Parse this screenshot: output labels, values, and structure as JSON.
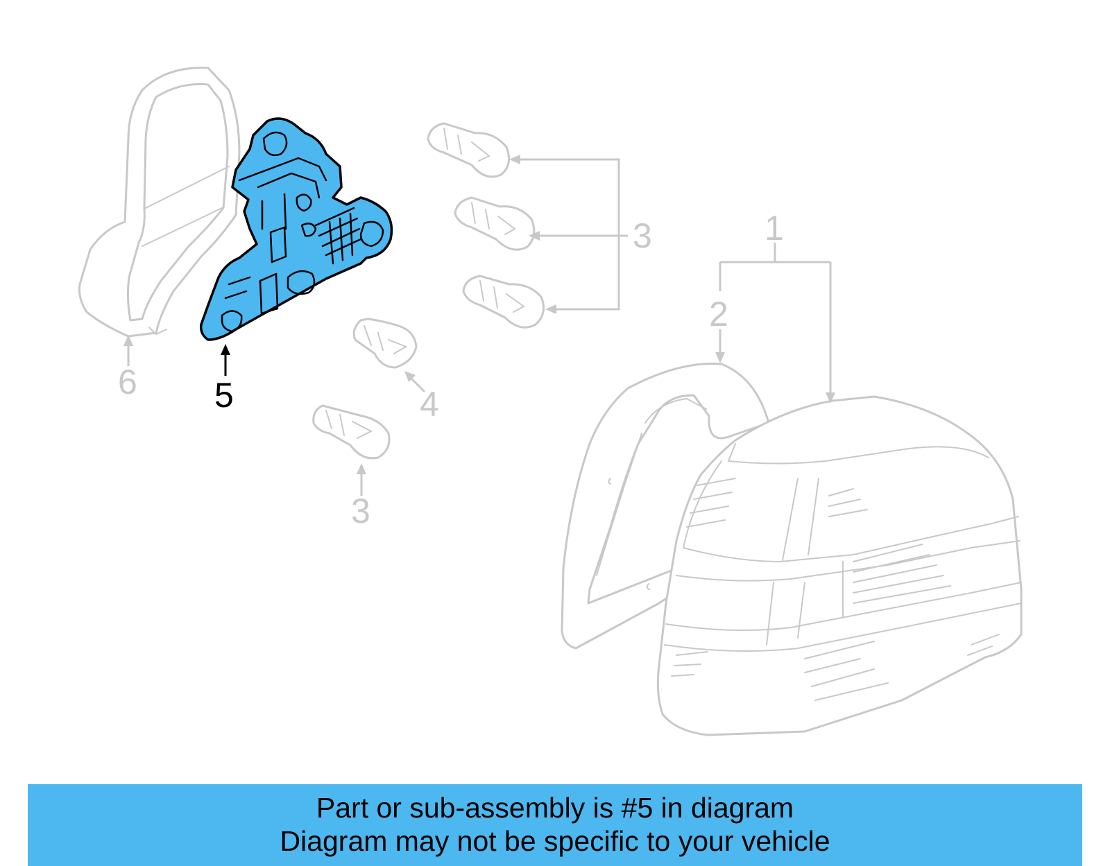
{
  "callouts": {
    "n1": "1",
    "n2": "2",
    "n3_right": "3",
    "n3_bottom": "3",
    "n4": "4",
    "n5": "5",
    "n6": "6"
  },
  "highlight_color": "#4db8f0",
  "banner": {
    "line1": "Part or sub-assembly is #5 in diagram",
    "line2": "Diagram may not be specific to your vehicle"
  }
}
